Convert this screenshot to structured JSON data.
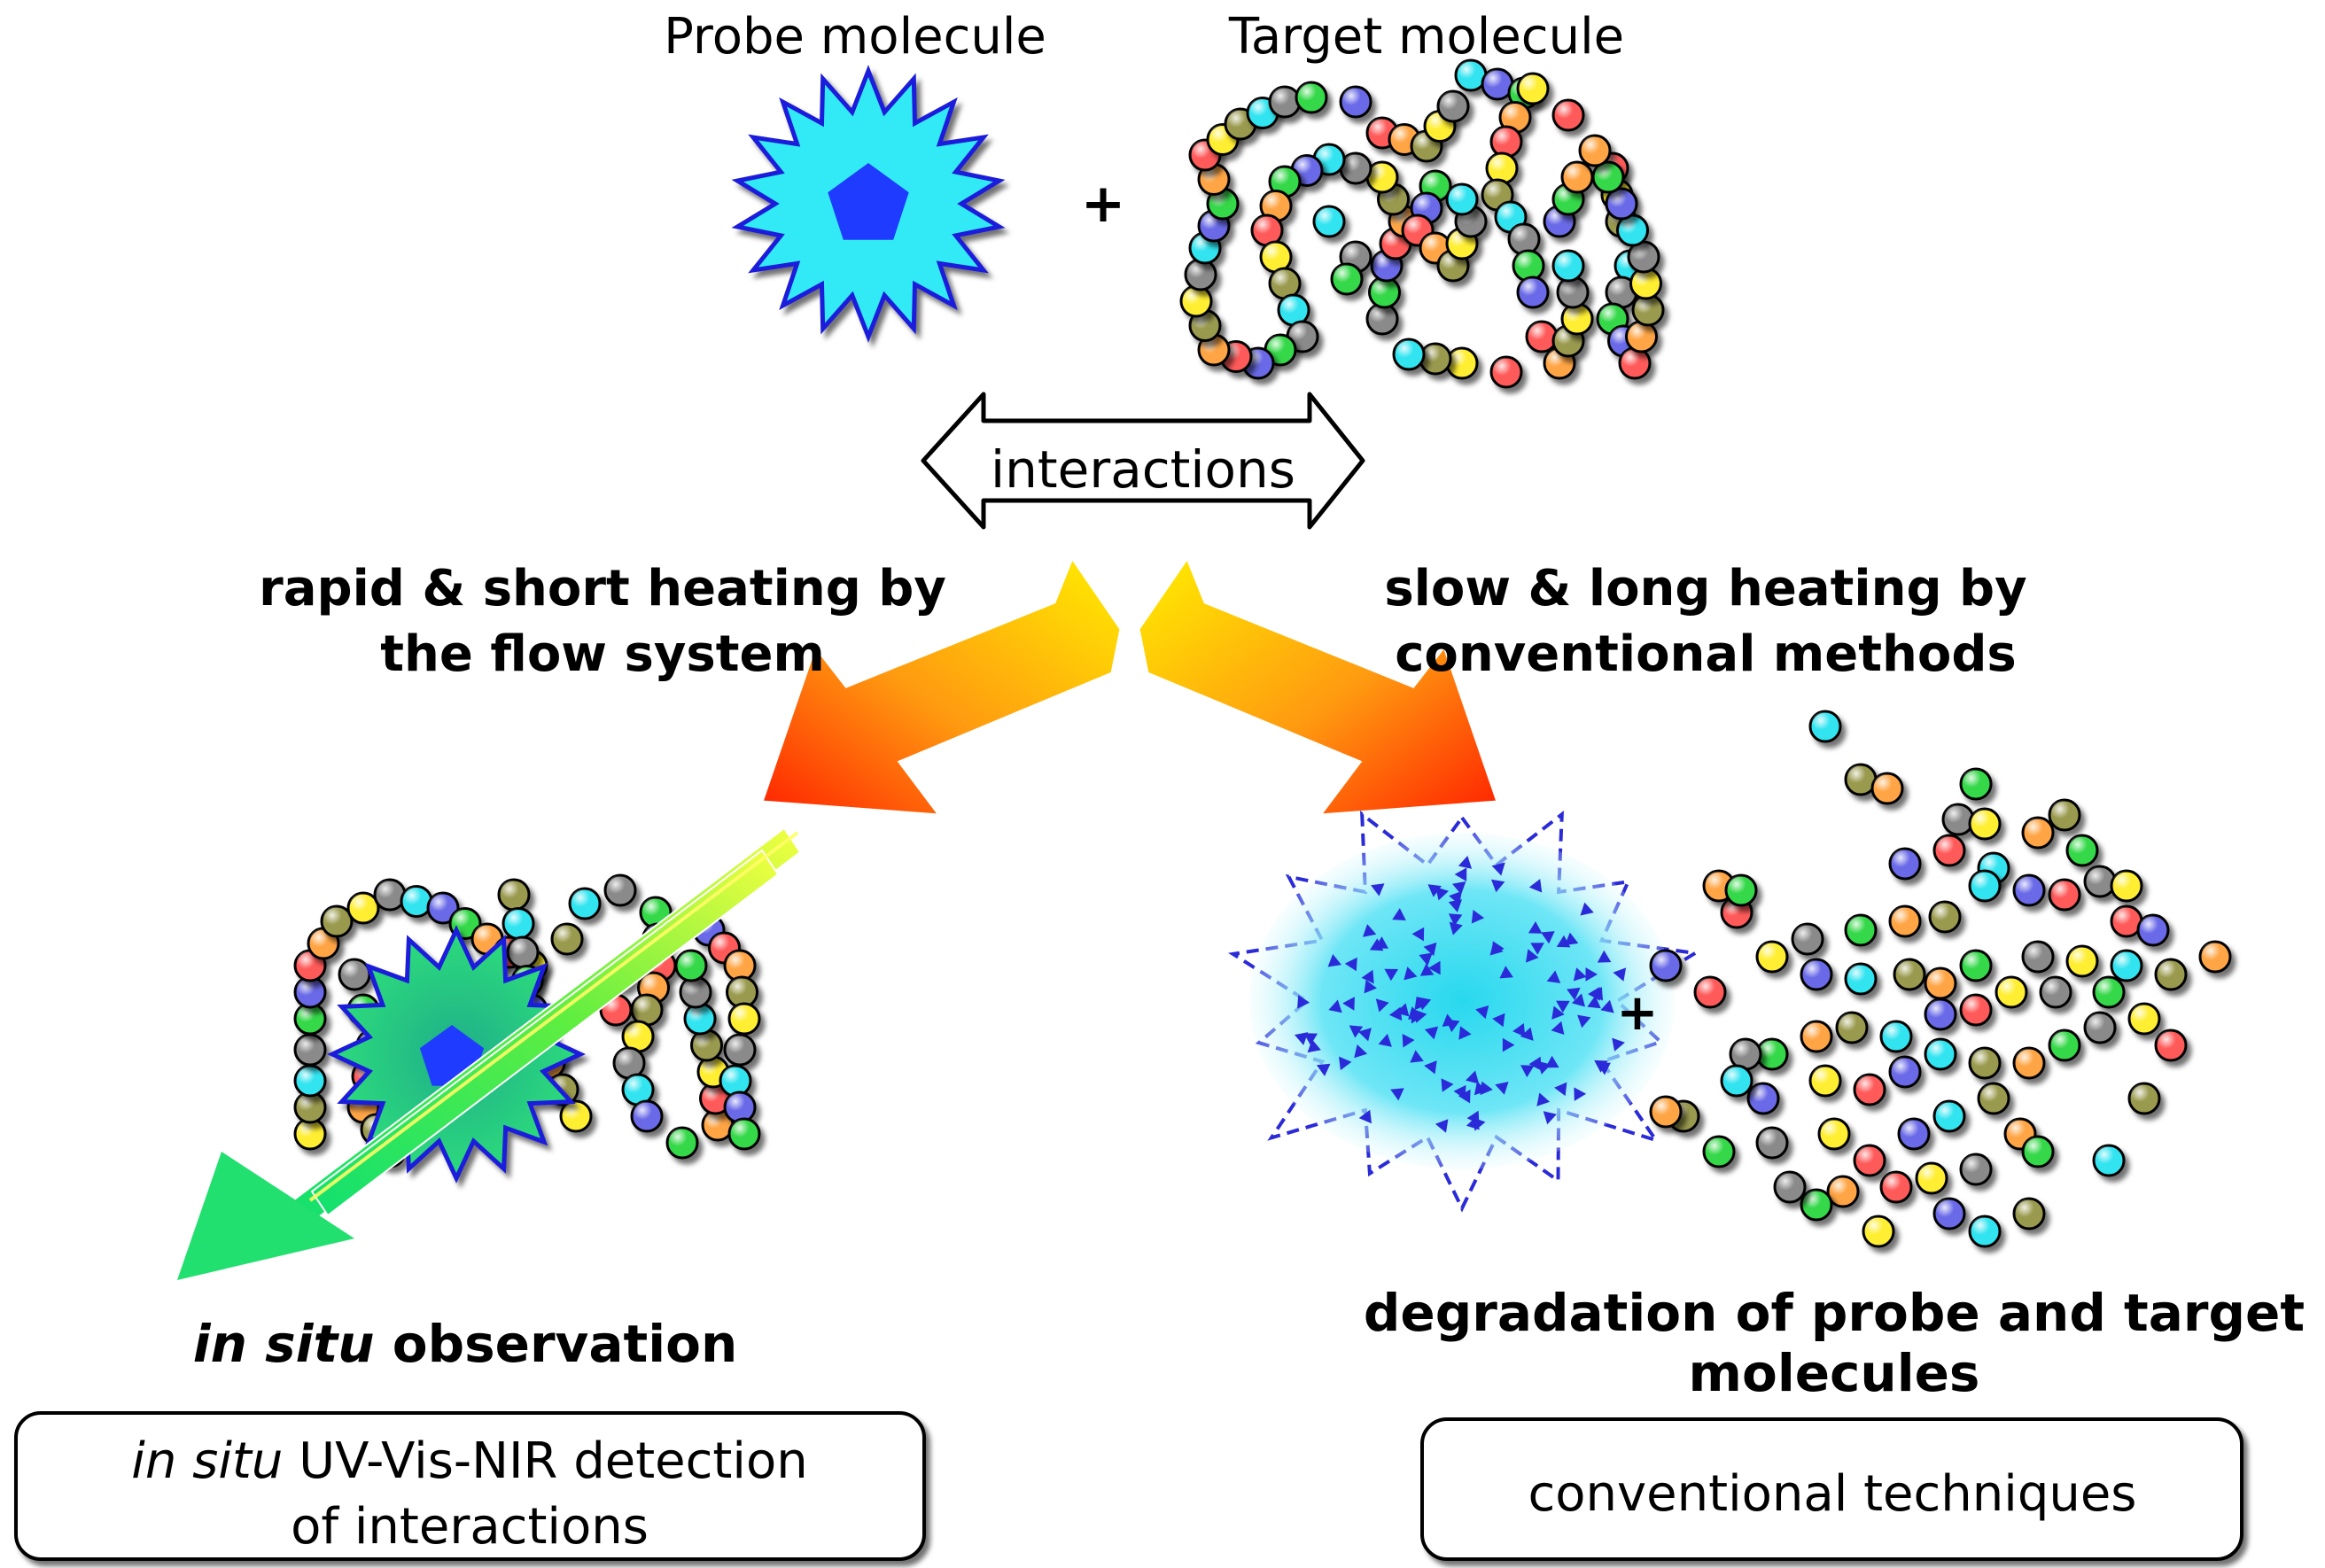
{
  "top": {
    "probe_label": "Probe molecule",
    "target_label": "Target molecule",
    "plus": "+"
  },
  "interaction_arrow": {
    "label": "interactions"
  },
  "left_branch": {
    "heating_line1": "rapid & short heating by",
    "heating_line2": "the flow system",
    "observation_italic": "in situ",
    "observation_rest": " observation",
    "box_italic": "in situ",
    "box_line1_rest": " UV-Vis-NIR detection",
    "box_line2": "of interactions"
  },
  "right_branch": {
    "heating_line1": "slow & long heating by",
    "heating_line2": "conventional methods",
    "result_line1": "degradation of probe and target",
    "result_line2": "molecules",
    "plus": "+",
    "box_label": "conventional techniques"
  },
  "colors": {
    "probe_star": "#33eaf5",
    "probe_outline": "#1a1adb",
    "probe_core": "#1f3bff",
    "arrow_hot": "#ff2a00",
    "arrow_warm": "#ffee00",
    "beam_green": "#22e050",
    "bead_palette": [
      "#ff5a5a",
      "#34d84a",
      "#33e4f0",
      "#ffee33",
      "#ffa545",
      "#6a6ae8",
      "#8a8a8a",
      "#9a9a50"
    ]
  }
}
